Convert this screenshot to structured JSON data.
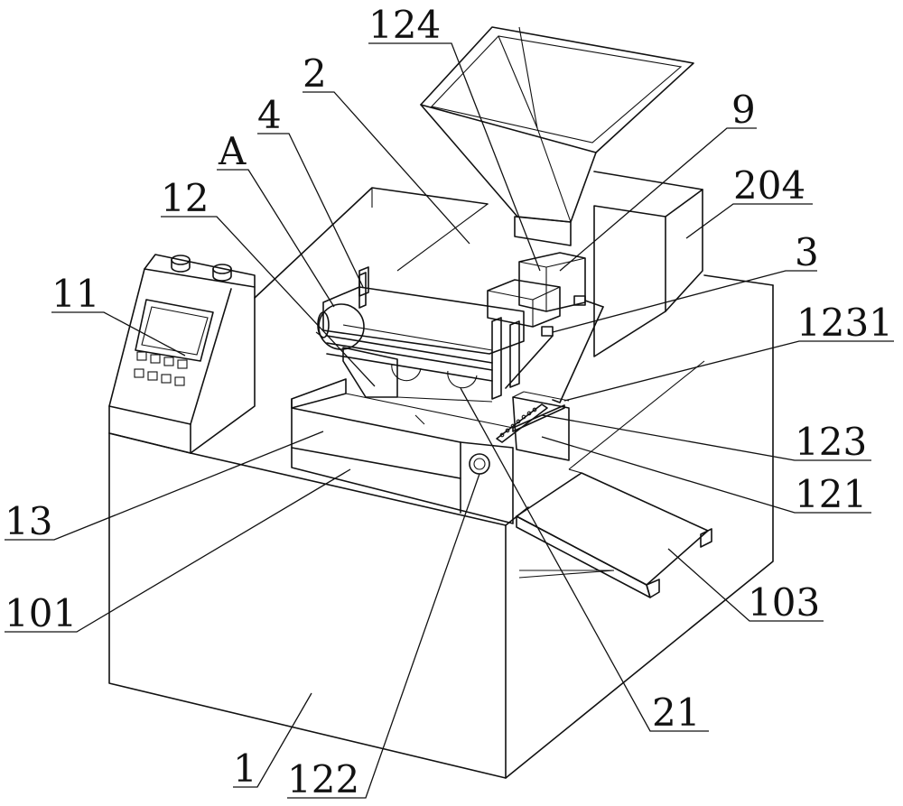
{
  "labels": {
    "l124": "124",
    "l2": "2",
    "l4": "4",
    "lA": "A",
    "l9": "9",
    "l12": "12",
    "l204": "204",
    "l11": "11",
    "l3": "3",
    "l1231": "1231",
    "l123": "123",
    "l121": "121",
    "l13": "13",
    "l103": "103",
    "l101": "101",
    "l21": "21",
    "l1": "1",
    "l122": "122"
  }
}
